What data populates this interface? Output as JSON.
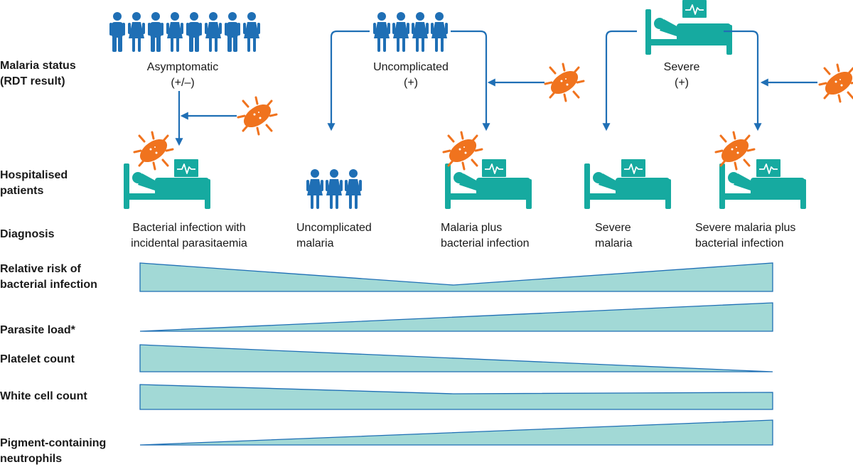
{
  "row_labels": {
    "malaria_status_l1": "Malaria status",
    "malaria_status_l2": "(RDT result)",
    "hospitalised_l1": "Hospitalised",
    "hospitalised_l2": "patients",
    "diagnosis": "Diagnosis",
    "relative_risk_l1": "Relative risk of",
    "relative_risk_l2": "bacterial infection",
    "parasite_load": "Parasite load*",
    "platelet_count": "Platelet count",
    "white_cell_count": "White cell count",
    "pigment_l1": "Pigment-containing",
    "pigment_l2": "neutrophils"
  },
  "status": {
    "asymptomatic": "Asymptomatic",
    "asymptomatic_rdt": "(+/–)",
    "uncomplicated": "Uncomplicated",
    "uncomplicated_rdt": "(+)",
    "severe": "Severe",
    "severe_rdt": "(+)"
  },
  "diagnoses": [
    {
      "line1": "Bacterial infection with",
      "line2": "incidental parasitaemia"
    },
    {
      "line1": "Uncomplicated",
      "line2": "malaria"
    },
    {
      "line1": "Malaria plus",
      "line2": "bacterial infection"
    },
    {
      "line1": "Severe",
      "line2": "malaria"
    },
    {
      "line1": "Severe malaria plus",
      "line2": "bacterial infection"
    }
  ],
  "colors": {
    "people": "#1f6fb5",
    "bed": "#16aaa0",
    "bacteria": "#f0731e",
    "arrow": "#1f6fb5",
    "wedge_fill": "#a2d9d6",
    "wedge_stroke": "#1f6fb5"
  },
  "icons": {
    "people": "person-group-icon",
    "bed": "hospital-bed-icon",
    "monitor": "heart-monitor-icon",
    "bacteria": "bacterium-icon"
  }
}
